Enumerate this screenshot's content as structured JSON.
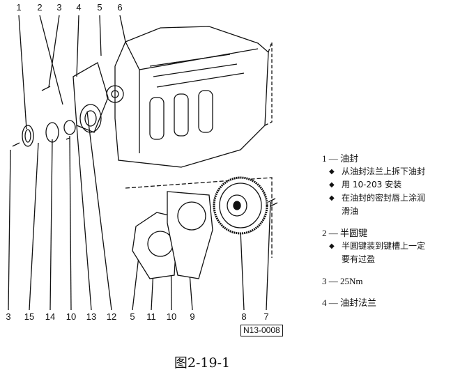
{
  "callouts_top": [
    "1",
    "2",
    "3",
    "4",
    "5",
    "6"
  ],
  "callouts_bottom": [
    "3",
    "15",
    "14",
    "10",
    "13",
    "12",
    "5",
    "11",
    "10",
    "9",
    "8",
    "7"
  ],
  "legend": {
    "item1": {
      "title": "1 — 油封",
      "bullets": [
        "从油封法兰上拆下油封",
        "用 10-203 安装",
        "在油封的密封唇上涂润"
      ],
      "continuation": "滑油"
    },
    "item2": {
      "title": "2 — 半圆键",
      "bullets": [
        "半圆键装到键槽上一定"
      ],
      "continuation": "要有过盈"
    },
    "item3": {
      "title": "3 — 25Nm"
    },
    "item4": {
      "title": "4 — 油封法兰"
    }
  },
  "reference_code": "N13-0008",
  "caption": "图2-19-1"
}
